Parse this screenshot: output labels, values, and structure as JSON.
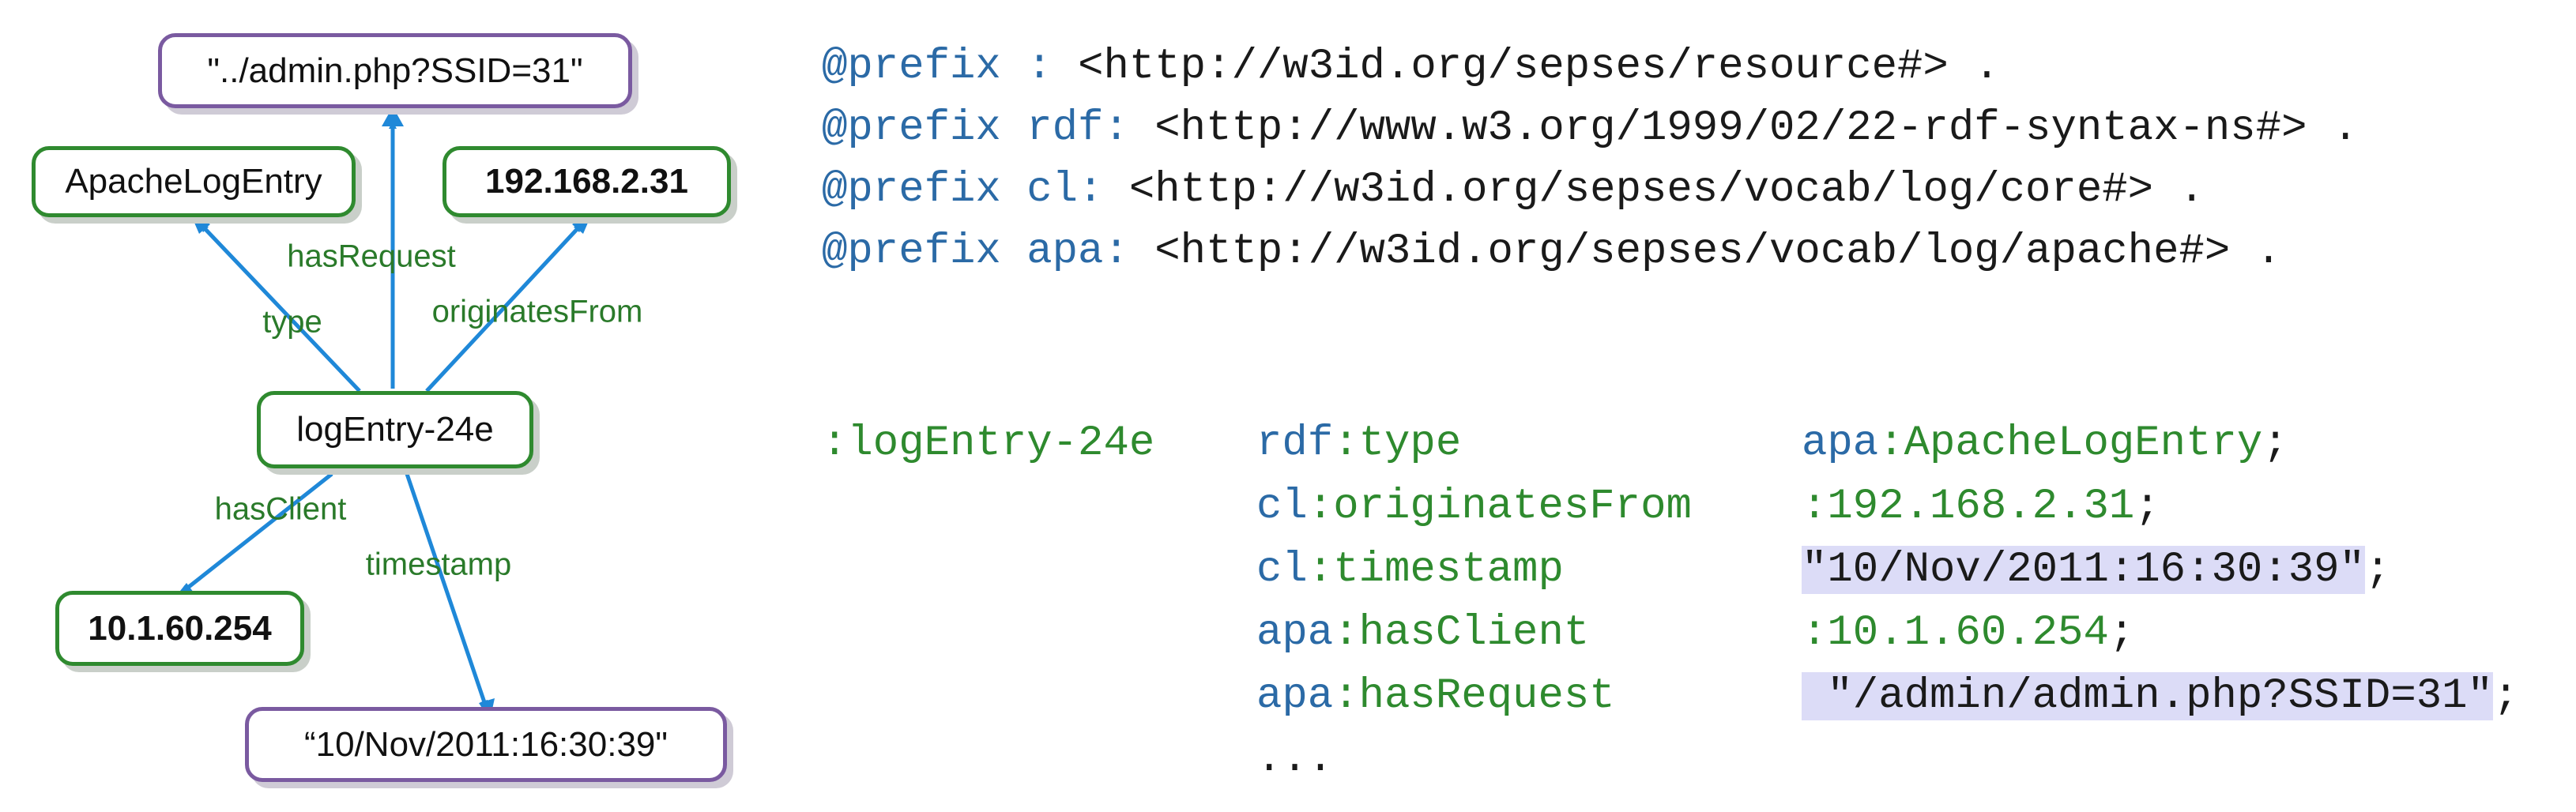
{
  "diagram": {
    "nodes": {
      "request": "\"../admin.php?SSID=31\"",
      "type": "ApacheLogEntry",
      "ip": "192.168.2.31",
      "entry": "logEntry-24e",
      "client": "10.1.60.254",
      "timestamp": "“10/Nov/2011:16:30:39\""
    },
    "edges": {
      "hasRequest": "hasRequest",
      "type": "type",
      "originatesFrom": "originatesFrom",
      "hasClient": "hasClient",
      "timestamp": "timestamp"
    },
    "colors": {
      "node_border_green": "#2f8a2f",
      "node_border_purple": "#7a5aa0",
      "arrow": "#1f88d8",
      "edge_label": "#2a7a2a"
    }
  },
  "code": {
    "prefixes": [
      {
        "kw": "@prefix",
        "name": ":",
        "iri": "<http://w3id.org/sepses/resource#>",
        "end": "."
      },
      {
        "kw": "@prefix",
        "name": "rdf:",
        "iri": "<http://www.w3.org/1999/02/22-rdf-syntax-ns#>",
        "end": "."
      },
      {
        "kw": "@prefix",
        "name": "cl:",
        "iri": "<http://w3id.org/sepses/vocab/log/core#>",
        "end": "."
      },
      {
        "kw": "@prefix",
        "name": "apa:",
        "iri": "<http://w3id.org/sepses/vocab/log/apache#>",
        "end": "."
      }
    ],
    "subject": ":logEntry-24e",
    "triples": [
      {
        "pfx": "rdf",
        "prop": ":type",
        "obj_pfx": "apa",
        "obj": ":ApacheLogEntry",
        "end": ";"
      },
      {
        "pfx": "cl",
        "prop": ":originatesFrom",
        "obj_pfx": "",
        "obj": ":192.168.2.31",
        "end": ";"
      },
      {
        "pfx": "cl",
        "prop": ":timestamp",
        "obj_pfx": "",
        "obj": "\"10/Nov/2011:16:30:39\"",
        "end": ";"
      },
      {
        "pfx": "apa",
        "prop": ":hasClient",
        "obj_pfx": "",
        "obj": ":10.1.60.254",
        "end": ";"
      },
      {
        "pfx": "apa",
        "prop": ":hasRequest",
        "obj_pfx": "",
        "obj": " \"/admin/admin.php?SSID=31\"",
        "end": ";"
      }
    ],
    "ellipsis": "...",
    "colors": {
      "keyword": "#2b6aa6",
      "term": "#2e8a2e",
      "highlight": "#dcdcf7"
    }
  }
}
